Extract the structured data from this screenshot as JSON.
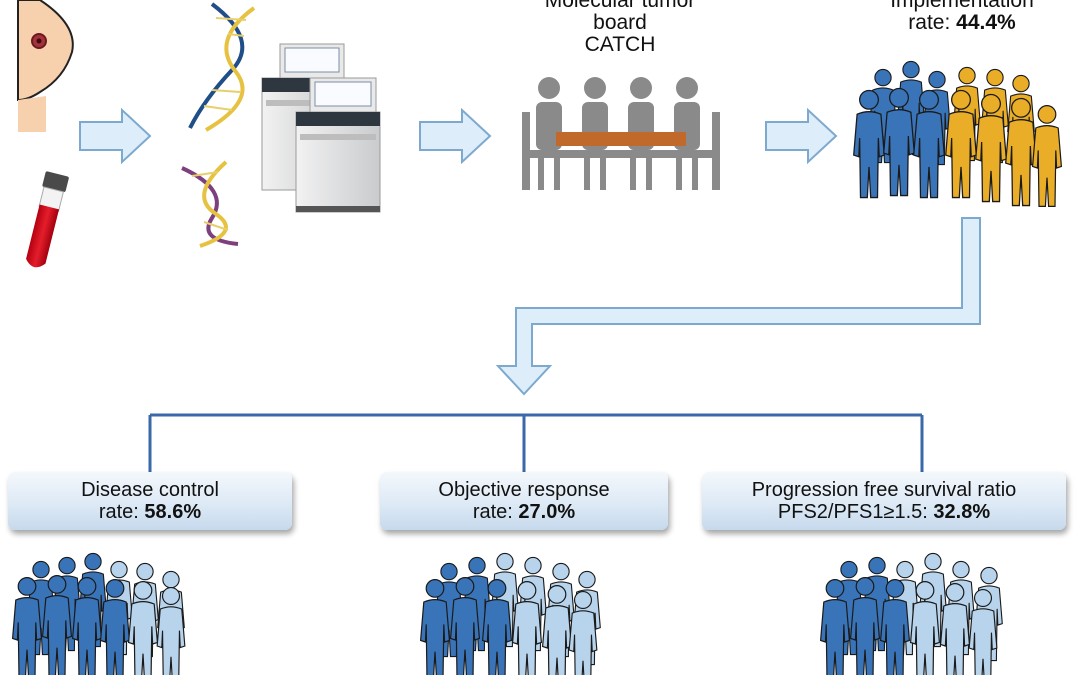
{
  "workflow": {
    "mtb_line1": "Molecular tumor",
    "mtb_line2": "board",
    "mtb_line3": "CATCH",
    "implementation_line1": "Implementation",
    "implementation_prefix": "rate: ",
    "implementation_value": "44.4%"
  },
  "outcomes": [
    {
      "line1": "Disease control",
      "line2_prefix": "rate: ",
      "value": "58.6%"
    },
    {
      "line1": "Objective response",
      "line2_prefix": "rate: ",
      "value": "27.0%"
    },
    {
      "line1": "Progression free survival ratio",
      "line2_prefix": "PFS2/PFS1≥1.5: ",
      "value": "32.8%"
    }
  ],
  "colors": {
    "dark_blue": "#3a74b8",
    "light_blue": "#b8d4ec",
    "gold": "#e9ad27",
    "arrow_fill": "#ddeefa",
    "arrow_stroke": "#7ea9cf",
    "connector": "#3a68a8",
    "table": "#c0692b",
    "chair_grey": "#8a8a8a"
  },
  "icons": [
    "breast-icon",
    "blood-tube-icon",
    "dna-icon",
    "sequencer-icon",
    "meeting-table-icon",
    "people-group-icon"
  ]
}
